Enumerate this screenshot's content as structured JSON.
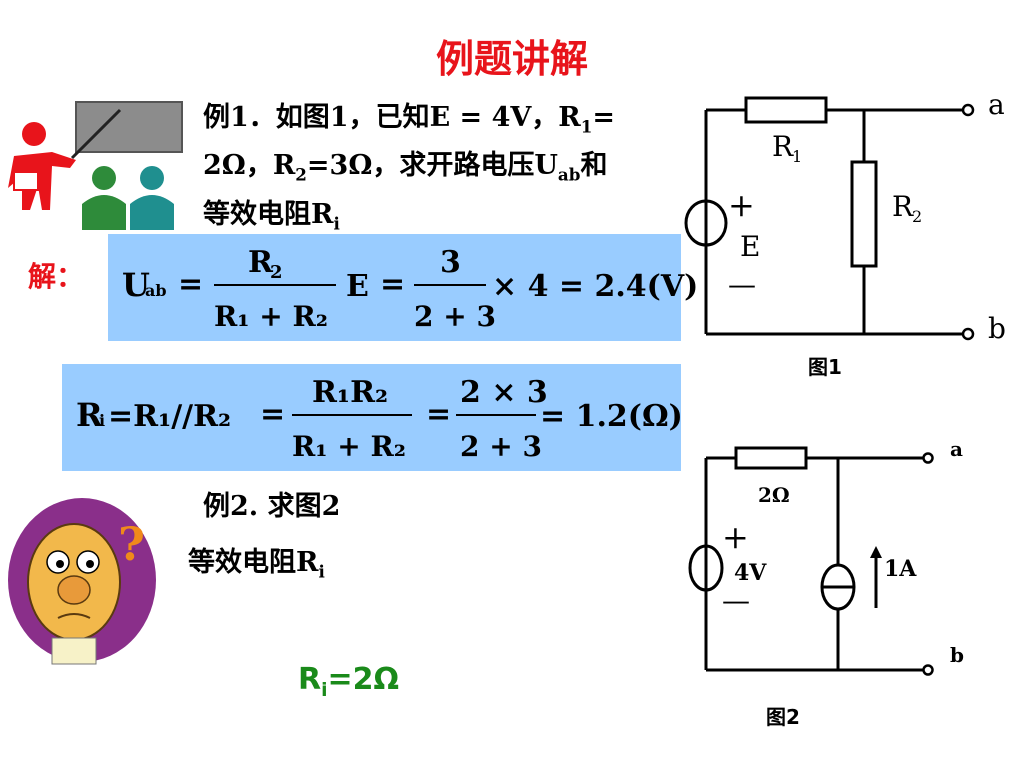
{
  "title": "例题讲解",
  "example1": {
    "line1_pre": "例1．如图1，已知E = 4V，R",
    "line1_sub": "1",
    "line1_post": "=",
    "line2_a": "2Ω，R",
    "line2_sub": "2",
    "line2_b": "=3Ω，求开路电压U",
    "line2_sub2": "ab",
    "line2_c": "和",
    "line3": "等效电阻R",
    "line3_sub": "i"
  },
  "solution_label": "解：",
  "formula1": {
    "lhs": "U",
    "lhs_sub": "ab",
    "num1": "R",
    "num1_sub": "2",
    "den1": "R₁ + R₂",
    "mid": "E",
    "num2": "3",
    "den2": "2 + 3",
    "tail": "× 4 = 2.4(V)"
  },
  "formula2": {
    "lhs": "R",
    "lhs_sub": "i",
    "par": "=R₁//R₂",
    "num1": "R₁R₂",
    "den1": "R₁ + R₂",
    "num2": "2 × 3",
    "den2": "2 + 3",
    "result": "= 1.2(Ω)"
  },
  "example2": {
    "line1": "例2. 求图2",
    "line2": "等效电阻R",
    "line2_sub": "i"
  },
  "answer": {
    "text": "R",
    "sub": "i",
    "post": "=2Ω"
  },
  "circuit1": {
    "r1_label": "R",
    "r1_sub": "1",
    "r2_label": "R",
    "r2_sub": "2",
    "source_label": "E",
    "plus": "+",
    "minus": "—",
    "terminal_a": "a",
    "terminal_b": "b",
    "caption": "图1"
  },
  "circuit2": {
    "r_label": "2Ω",
    "v_label": "4V",
    "i_label": "1A",
    "plus": "+",
    "minus": "—",
    "terminal_a": "a",
    "terminal_b": "b",
    "caption": "图2"
  },
  "colors": {
    "title": "#e8141b",
    "formula_bg": "#99ccff",
    "answer": "#1a8a1a"
  }
}
